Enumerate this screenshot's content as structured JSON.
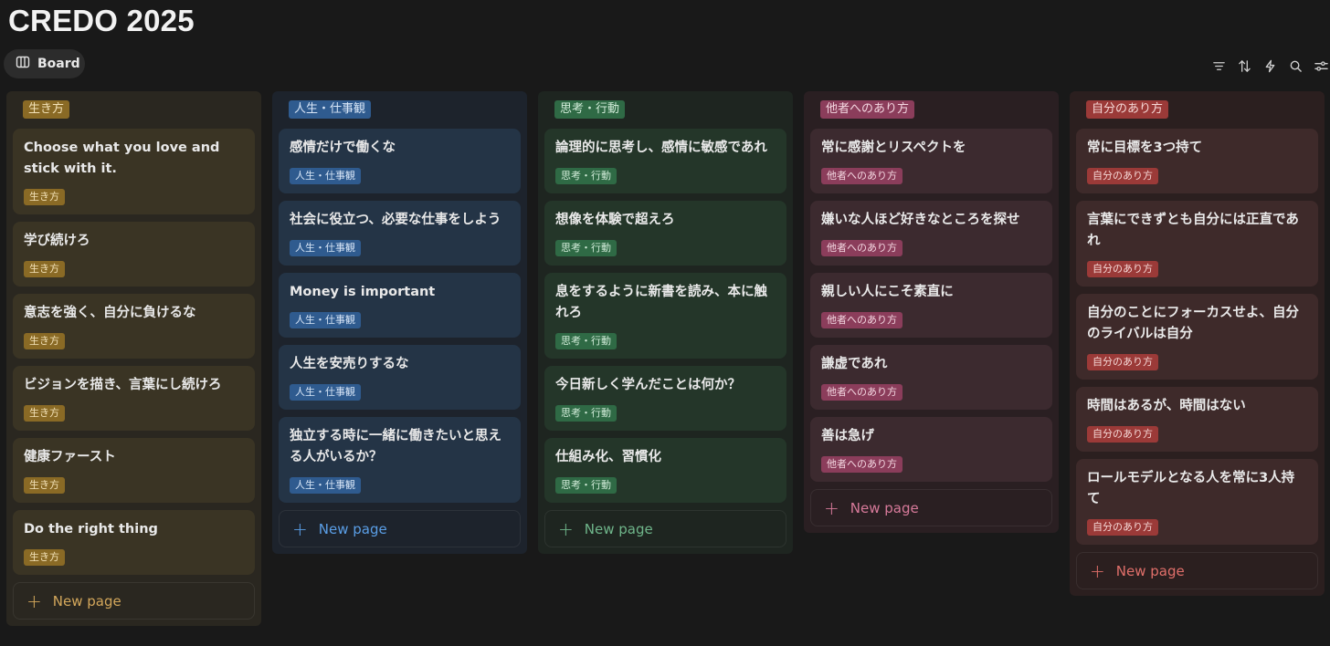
{
  "page": {
    "title": "CREDO 2025"
  },
  "view_tab": {
    "label": "Board",
    "icon": "board-icon"
  },
  "toolbar": {
    "icons": [
      "filter-icon",
      "sort-icon",
      "lightning-icon",
      "search-icon",
      "settings-icon"
    ]
  },
  "colors": {
    "background": "#191919",
    "yellow_tag": "#8a6a25",
    "blue_tag": "#2f5b8f",
    "green_tag": "#2f6a45",
    "pink_tag": "#8b3d5b",
    "red_tag": "#9b3a38"
  },
  "columns": [
    {
      "label": "生き方",
      "new_page": "New page",
      "cards": [
        {
          "title": "Choose what you love and stick with it.",
          "tag": "生き方"
        },
        {
          "title": "学び続けろ",
          "tag": "生き方"
        },
        {
          "title": "意志を強く、自分に負けるな",
          "tag": "生き方"
        },
        {
          "title": "ビジョンを描き、言葉にし続けろ",
          "tag": "生き方"
        },
        {
          "title": "健康ファースト",
          "tag": "生き方"
        },
        {
          "title": "Do the right thing",
          "tag": "生き方"
        }
      ]
    },
    {
      "label": "人生・仕事観",
      "new_page": "New page",
      "cards": [
        {
          "title": "感情だけで働くな",
          "tag": "人生・仕事観"
        },
        {
          "title": "社会に役立つ、必要な仕事をしよう",
          "tag": "人生・仕事観"
        },
        {
          "title": "Money is important",
          "tag": "人生・仕事観"
        },
        {
          "title": "人生を安売りするな",
          "tag": "人生・仕事観"
        },
        {
          "title": "独立する時に一緒に働きたいと思える人がいるか？",
          "tag": "人生・仕事観"
        }
      ]
    },
    {
      "label": "思考・行動",
      "new_page": "New page",
      "cards": [
        {
          "title": "論理的に思考し、感情に敏感であれ",
          "tag": "思考・行動"
        },
        {
          "title": "想像を体験で超えろ",
          "tag": "思考・行動"
        },
        {
          "title": "息をするように新書を読み、本に触れろ",
          "tag": "思考・行動"
        },
        {
          "title": "今日新しく学んだことは何か？",
          "tag": "思考・行動"
        },
        {
          "title": "仕組み化、習慣化",
          "tag": "思考・行動"
        }
      ]
    },
    {
      "label": "他者へのあり方",
      "new_page": "New page",
      "cards": [
        {
          "title": "常に感謝とリスペクトを",
          "tag": "他者へのあり方"
        },
        {
          "title": "嫌いな人ほど好きなところを探せ",
          "tag": "他者へのあり方"
        },
        {
          "title": "親しい人にこそ素直に",
          "tag": "他者へのあり方"
        },
        {
          "title": "謙虚であれ",
          "tag": "他者へのあり方"
        },
        {
          "title": "善は急げ",
          "tag": "他者へのあり方"
        }
      ]
    },
    {
      "label": "自分のあり方",
      "new_page": "New page",
      "cards": [
        {
          "title": "常に目標を3つ持て",
          "tag": "自分のあり方"
        },
        {
          "title": "言葉にできずとも自分には正直であれ",
          "tag": "自分のあり方"
        },
        {
          "title": "自分のことにフォーカスせよ、自分のライバルは自分",
          "tag": "自分のあり方"
        },
        {
          "title": "時間はあるが、時間はない",
          "tag": "自分のあり方"
        },
        {
          "title": "ロールモデルとなる人を常に3人持て",
          "tag": "自分のあり方"
        }
      ]
    }
  ]
}
